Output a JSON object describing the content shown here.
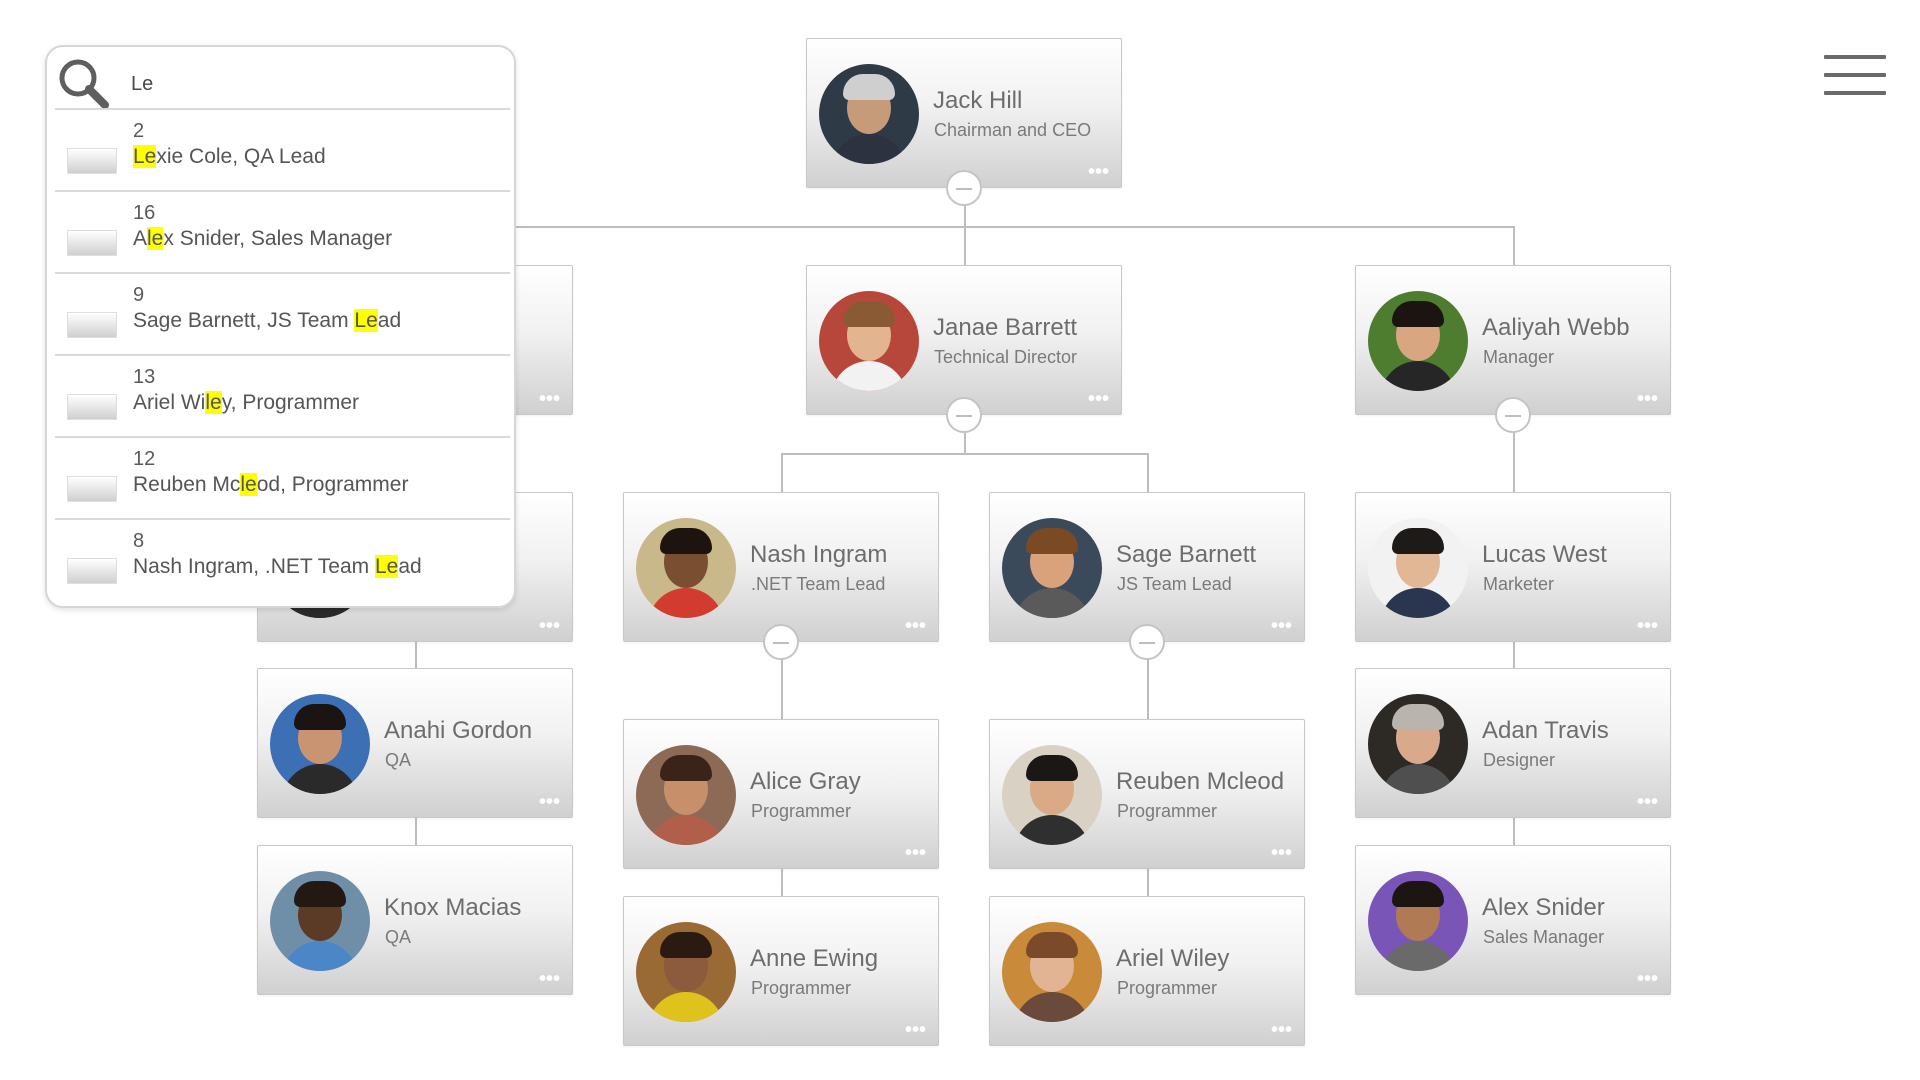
{
  "search": {
    "value": "Le",
    "results": [
      {
        "id": "2",
        "before": "",
        "match": "Le",
        "after": "xie Cole, QA Lead"
      },
      {
        "id": "16",
        "before": "A",
        "match": "le",
        "after": "x Snider, Sales Manager"
      },
      {
        "id": "9",
        "before": "Sage Barnett, JS Team ",
        "match": "Le",
        "after": "ad"
      },
      {
        "id": "13",
        "before": "Ariel Wi",
        "match": "le",
        "after": "y, Programmer"
      },
      {
        "id": "12",
        "before": "Reuben Mc",
        "match": "le",
        "after": "od, Programmer"
      },
      {
        "id": "8",
        "before": "Nash Ingram, .NET Team ",
        "match": "Le",
        "after": "ad"
      }
    ]
  },
  "colors": {
    "highlight": "#ffff00",
    "card_top": "#ffffff",
    "card_bottom": "#d0d0d0",
    "connector": "#bdbdbd"
  },
  "nodes": [
    {
      "key": "jack-hill",
      "name": "Jack Hill",
      "title": "Chairman and CEO",
      "expander": true,
      "avatar": {
        "bg": "#2e3a46",
        "skin": "#c69b7a",
        "hair": "#cfcfcf",
        "shirt": "#2c3240"
      }
    },
    {
      "key": "lexie-cole",
      "name": "",
      "title": "",
      "expander": false,
      "avatar": {
        "bg": "#cccccc",
        "skin": "#cccccc",
        "hair": "#cccccc",
        "shirt": "#cccccc"
      }
    },
    {
      "key": "janae-barrett",
      "name": "Janae Barrett",
      "title": "Technical Director",
      "expander": true,
      "avatar": {
        "bg": "#b8473b",
        "skin": "#e2b48f",
        "hair": "#8a5a35",
        "shirt": "#f2f2f2"
      }
    },
    {
      "key": "aaliyah-webb",
      "name": "Aaliyah Webb",
      "title": "Manager",
      "expander": true,
      "avatar": {
        "bg": "#4f7d2f",
        "skin": "#d9a682",
        "hair": "#1b1410",
        "shirt": "#262626"
      }
    },
    {
      "key": "hidden-qa-lead",
      "name": "",
      "title": "",
      "expander": false,
      "avatar": {
        "bg": "#2a2a2a",
        "skin": "#2a2a2a",
        "hair": "#2a2a2a",
        "shirt": "#2a2a2a"
      }
    },
    {
      "key": "nash-ingram",
      "name": "Nash Ingram",
      "title": ".NET Team Lead",
      "expander": true,
      "avatar": {
        "bg": "#c9b889",
        "skin": "#7a4e30",
        "hair": "#1d1410",
        "shirt": "#d23b2f"
      }
    },
    {
      "key": "sage-barnett",
      "name": "Sage Barnett",
      "title": "JS Team Lead",
      "expander": true,
      "avatar": {
        "bg": "#3b4a5a",
        "skin": "#d9a27a",
        "hair": "#7a4a25",
        "shirt": "#5a5a5a"
      }
    },
    {
      "key": "lucas-west",
      "name": "Lucas West",
      "title": "Marketer",
      "expander": false,
      "avatar": {
        "bg": "#f2f2f2",
        "skin": "#e2b796",
        "hair": "#1d1a18",
        "shirt": "#2a3550"
      }
    },
    {
      "key": "anahi-gordon",
      "name": "Anahi Gordon",
      "title": "QA",
      "expander": false,
      "avatar": {
        "bg": "#3d6fb5",
        "skin": "#c99471",
        "hair": "#1c1412",
        "shirt": "#2a2a2a"
      }
    },
    {
      "key": "alice-gray",
      "name": "Alice Gray",
      "title": "Programmer",
      "expander": false,
      "avatar": {
        "bg": "#8c6a55",
        "skin": "#c7906b",
        "hair": "#3a2418",
        "shirt": "#b15e4a"
      }
    },
    {
      "key": "reuben-mcleod",
      "name": "Reuben Mcleod",
      "title": "Programmer",
      "expander": false,
      "avatar": {
        "bg": "#d9d2c4",
        "skin": "#d9aa85",
        "hair": "#1b1714",
        "shirt": "#2f2f2f"
      }
    },
    {
      "key": "adan-travis",
      "name": "Adan Travis",
      "title": "Designer",
      "expander": false,
      "avatar": {
        "bg": "#2d2a25",
        "skin": "#d8a98a",
        "hair": "#b9b4ae",
        "shirt": "#4f4f4f"
      }
    },
    {
      "key": "knox-macias",
      "name": "Knox Macias",
      "title": "QA",
      "expander": false,
      "avatar": {
        "bg": "#6f8fa8",
        "skin": "#5b3a26",
        "hair": "#241812",
        "shirt": "#4b86c6"
      }
    },
    {
      "key": "anne-ewing",
      "name": "Anne Ewing",
      "title": "Programmer",
      "expander": false,
      "avatar": {
        "bg": "#9a6a35",
        "skin": "#8c5a3c",
        "hair": "#2a1a12",
        "shirt": "#e0c21c"
      }
    },
    {
      "key": "ariel-wiley",
      "name": "Ariel Wiley",
      "title": "Programmer",
      "expander": false,
      "avatar": {
        "bg": "#c98a3a",
        "skin": "#e2b494",
        "hair": "#7a4a2a",
        "shirt": "#6a4a3a"
      }
    },
    {
      "key": "alex-snider",
      "name": "Alex Snider",
      "title": "Sales Manager",
      "expander": false,
      "avatar": {
        "bg": "#7a55b8",
        "skin": "#b07a55",
        "hair": "#1d1512",
        "shirt": "#6a6a6a"
      }
    }
  ]
}
